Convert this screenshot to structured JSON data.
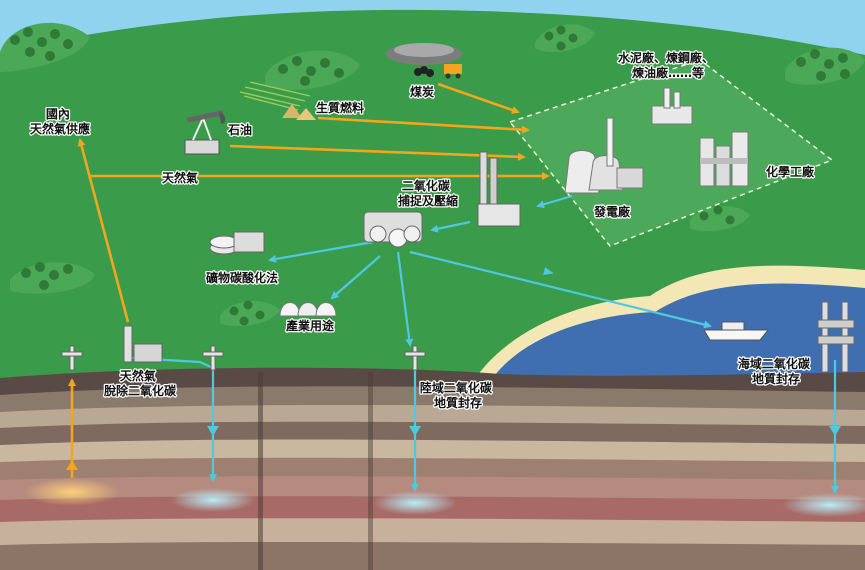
{
  "labels": {
    "domestic_supply": [
      "國內",
      "天然氣供應"
    ],
    "natural_gas": "天然氣",
    "oil": "石油",
    "biofuel": "生質燃料",
    "coal": "煤炭",
    "industries": [
      "水泥廠、煉鋼廠、",
      "煉油廠……等"
    ],
    "chemical_plant": "化學工廠",
    "power_plant": "發電廠",
    "capture": [
      "二氧化碳",
      "捕捉及壓縮"
    ],
    "mineral": "礦物碳酸化法",
    "industrial_use": "產業用途",
    "gas_co2_removal": [
      "天然氣",
      "脫除二氧化碳"
    ],
    "land_storage": [
      "陸域二氧化碳",
      "地質封存"
    ],
    "ocean_storage": [
      "海域二氧化碳",
      "地質封存"
    ]
  },
  "colors": {
    "sky": "#8fd3ee",
    "land": "#3a9b4a",
    "sea": "#3f6fb0",
    "orange_flow": "#f2a51e",
    "co2_flow": "#4fc8e0",
    "tree": "#2f7a36"
  }
}
